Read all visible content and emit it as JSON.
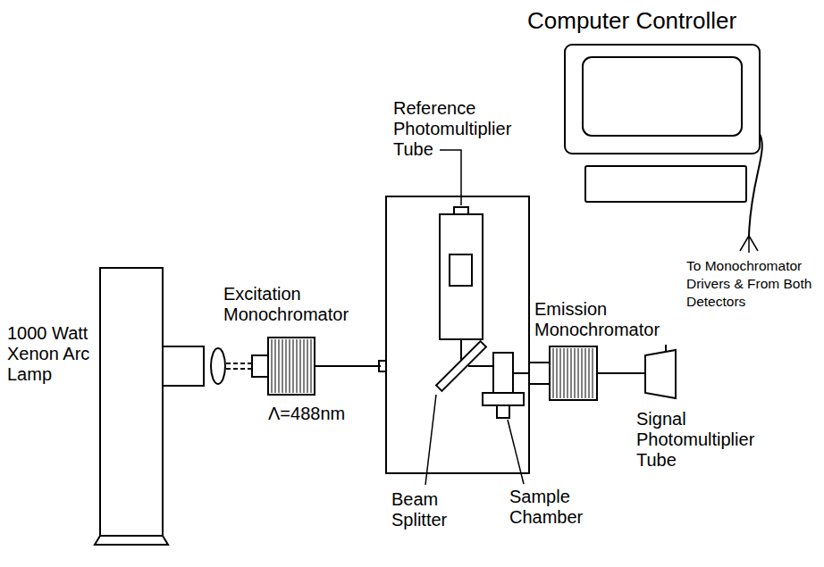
{
  "diagram": {
    "labels": [
      "Computer Controller",
      "Reference Photomultiplier Tube",
      "Excitation Monochromator",
      "Emission Monochromator",
      "1000 Watt Xenon Arc Lamp",
      "Λ=488nm",
      "To Monochromator Drivers & From Both Detectors",
      "Beam Splitter",
      "Sample Chamber",
      "Signal Photomultiplier Tube"
    ]
  }
}
